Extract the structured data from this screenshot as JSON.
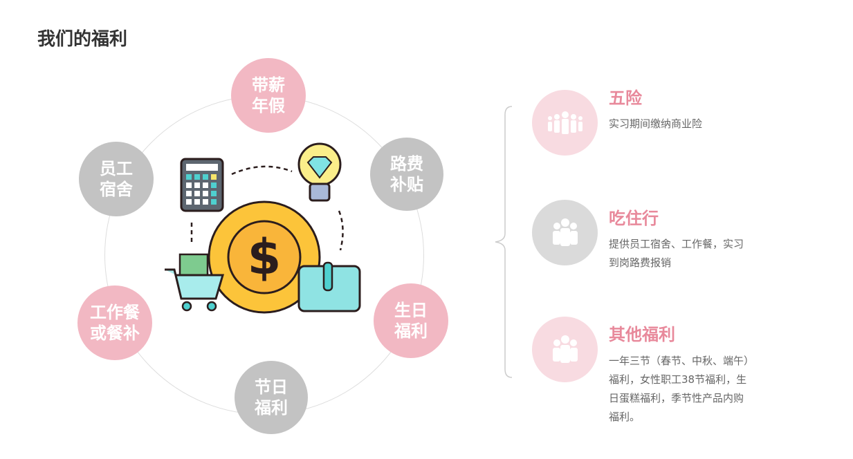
{
  "page_title": "我们的福利",
  "ring_items": [
    {
      "label": "带薪\n年假",
      "color": "#f2b8c3"
    },
    {
      "label": "路费\n补贴",
      "color": "#c3c3c3"
    },
    {
      "label": "生日\n福利",
      "color": "#f2b8c3"
    },
    {
      "label": "节日\n福利",
      "color": "#c3c3c3"
    },
    {
      "label": "工作餐\n或餐补",
      "color": "#f2b8c3"
    },
    {
      "label": "员工\n宿舍",
      "color": "#c3c3c3"
    }
  ],
  "benefits": [
    {
      "title": "五险",
      "desc": "实习期间缴纳商业险",
      "icon": "people-group-icon"
    },
    {
      "title": "吃住行",
      "desc": "提供员工宿舍、工作餐，实习到岗路费报销",
      "icon": "people-group-icon"
    },
    {
      "title": "其他福利",
      "desc": "一年三节（春节、中秋、端午）福利，女性职工38节福利，生日蛋糕福利，季节性产品内购福利。",
      "icon": "people-group-icon"
    }
  ],
  "colors": {
    "pink": "#f2b8c3",
    "gray": "#c3c3c3",
    "accent": "#e8899b"
  }
}
